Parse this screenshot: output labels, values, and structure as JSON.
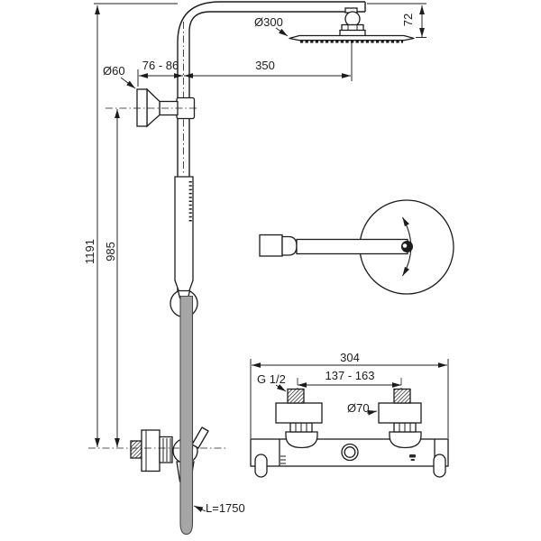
{
  "diagram": {
    "kind": "technical-drawing",
    "subject": "thermostatic-shower-system",
    "background": "#ffffff",
    "ink_color": "#1c1c1c",
    "hose_fill": "#a6a6a6"
  },
  "dims": {
    "head_diameter": "Ø300",
    "head_depth": "72",
    "wall_offset_range": "76 - 86",
    "arm_reach": "350",
    "bracket_diameter": "Ø60",
    "total_height": "1191",
    "bracket_height": "985",
    "hose_length": "L=1750",
    "valve_width": "304",
    "inlet_spacing_range": "137 - 163",
    "thread_size": "G 1/2",
    "escutcheon_diameter": "Ø70"
  }
}
